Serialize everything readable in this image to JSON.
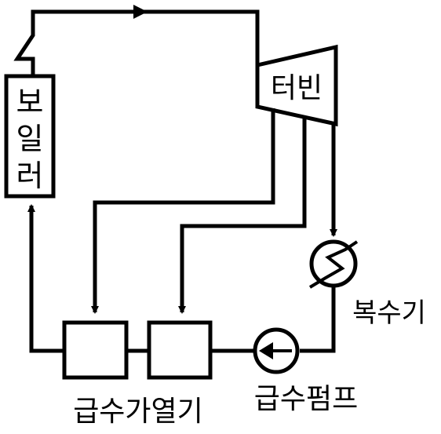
{
  "diagram": {
    "labels": {
      "boiler": [
        "보",
        "일",
        "러"
      ],
      "turbine": "터빈",
      "condenser": "복수기",
      "feedwater_heater": "급수가열기",
      "feed_pump": "급수펌프"
    },
    "colors": {
      "stroke": "#000000",
      "background": "#ffffff"
    }
  }
}
